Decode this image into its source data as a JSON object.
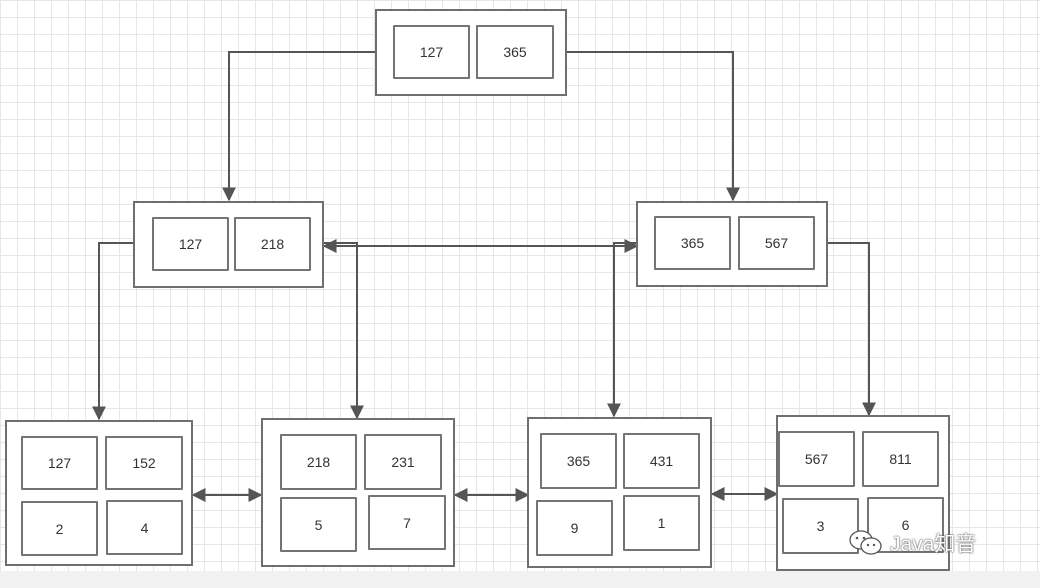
{
  "diagram": {
    "root": {
      "keys": [
        "127",
        "365"
      ]
    },
    "internal": [
      {
        "keys": [
          "127",
          "218"
        ]
      },
      {
        "keys": [
          "365",
          "567"
        ]
      }
    ],
    "leaves": [
      {
        "keys": [
          "127",
          "152"
        ],
        "values": [
          "2",
          "4"
        ]
      },
      {
        "keys": [
          "218",
          "231"
        ],
        "values": [
          "5",
          "7"
        ]
      },
      {
        "keys": [
          "365",
          "431"
        ],
        "values": [
          "9",
          "1"
        ]
      },
      {
        "keys": [
          "567",
          "811"
        ],
        "values": [
          "3",
          "6"
        ]
      }
    ],
    "colors": {
      "line": "#555555",
      "border": "#747474",
      "grid": "#e6e6e6"
    }
  },
  "watermark": {
    "text": "Java知音",
    "icon": "wechat-icon"
  }
}
